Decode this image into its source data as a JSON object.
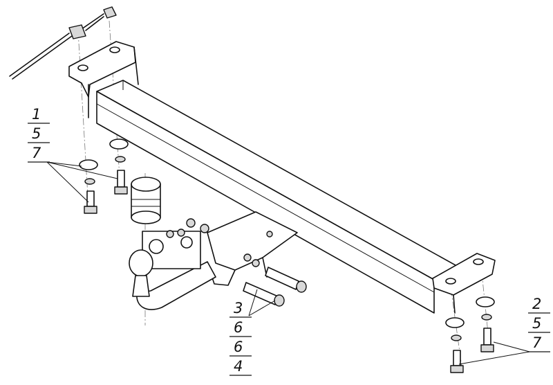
{
  "callouts": {
    "left": [
      "1",
      "5",
      "7"
    ],
    "center": [
      "3",
      "6",
      "6",
      "4"
    ],
    "right": [
      "2",
      "5",
      "7"
    ]
  },
  "colors": {
    "line": "#111111",
    "background": "#ffffff",
    "fill": "#d8d8d8"
  }
}
